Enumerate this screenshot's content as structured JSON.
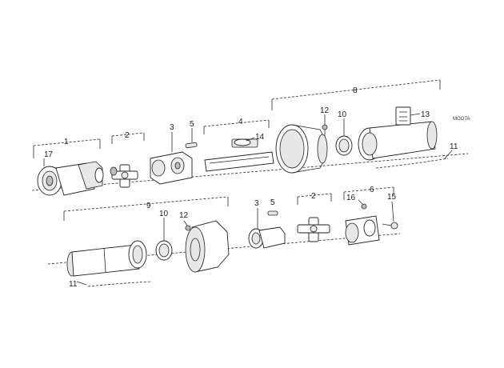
{
  "drawing": {
    "reference_code": "MOOTA",
    "labels": {
      "l1": "1",
      "l2a": "2",
      "l2b": "2",
      "l3a": "3",
      "l3b": "3",
      "l4": "4",
      "l5a": "5",
      "l5b": "5",
      "l6": "6",
      "l8": "8",
      "l9": "9",
      "l10a": "10",
      "l10b": "10",
      "l11a": "11",
      "l11b": "11",
      "l12a": "12",
      "l12b": "12",
      "l13": "13",
      "l14": "14",
      "l15": "15",
      "l16": "16",
      "l17": "17"
    }
  }
}
